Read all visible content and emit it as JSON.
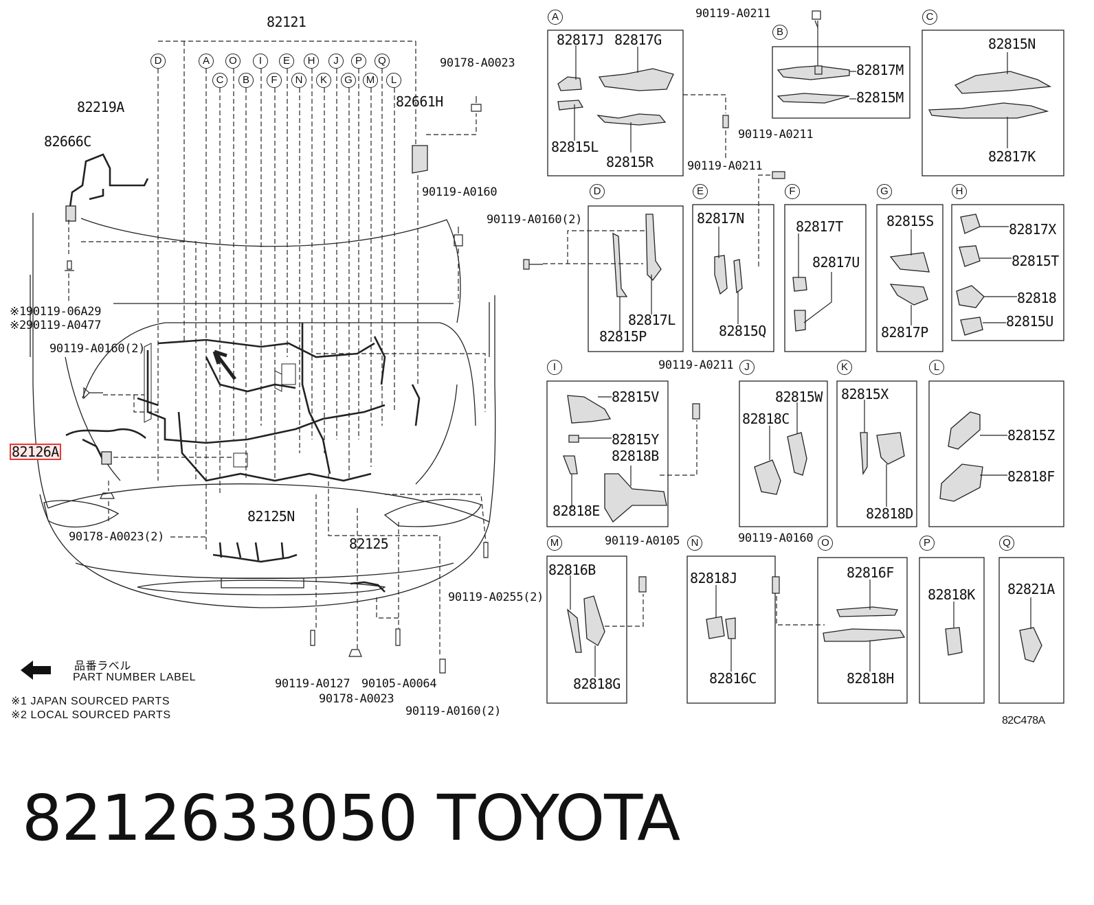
{
  "diagram_code": "82C478A",
  "main_view": {
    "top_label": "82121",
    "refs_row1": [
      "D",
      "A",
      "O",
      "I",
      "E",
      "H",
      "J",
      "P",
      "Q"
    ],
    "refs_row2": [
      "C",
      "B",
      "F",
      "N",
      "K",
      "G",
      "M",
      "L"
    ],
    "parts": {
      "p82219A": "82219A",
      "p82666C": "82666C",
      "p82661H": "82661H",
      "p90178_A0023_top": "90178-A0023",
      "p90119_A0160_right": "90119-A0160",
      "p_note1": "※190119-06A29",
      "p_note2": "※290119-A0477",
      "p90119_A0160_2_left": "90119-A0160(2)",
      "p82126A": "82126A",
      "p82125N": "82125N",
      "p90178_A0023_2": "90178-A0023(2)",
      "p82125": "82125",
      "p90119_A0255_2": "90119-A0255(2)",
      "p90119_A0127": "90119-A0127",
      "p90105_A0064": "90105-A0064",
      "p90178_A0023_bottom": "90178-A0023",
      "p90119_A0160_2_bottom": "90119-A0160(2)"
    }
  },
  "legend": {
    "label_jp": "品番ラベル",
    "label_en": "PART NUMBER LABEL",
    "note1": "※1 JAPAN SOURCED PARTS",
    "note2": "※2 LOCAL SOURCED PARTS"
  },
  "detail_boxes": {
    "A": {
      "ref": "A",
      "parts": [
        "82817J",
        "82817G",
        "82815L",
        "82815R"
      ]
    },
    "B": {
      "ref": "B",
      "parts": [
        "82817M",
        "82815M"
      ]
    },
    "C": {
      "ref": "C",
      "parts": [
        "82815N",
        "82817K"
      ]
    },
    "D": {
      "ref": "D",
      "parts": [
        "82817L",
        "82815P"
      ]
    },
    "E": {
      "ref": "E",
      "parts": [
        "82817N",
        "82815Q"
      ]
    },
    "F": {
      "ref": "F",
      "parts": [
        "82817T",
        "82817U"
      ]
    },
    "G": {
      "ref": "G",
      "parts": [
        "82815S",
        "82817P"
      ]
    },
    "H": {
      "ref": "H",
      "parts": [
        "82817X",
        "82815T",
        "82818",
        "82815U"
      ]
    },
    "I": {
      "ref": "I",
      "parts": [
        "82815V",
        "82815Y",
        "82818B",
        "82818E"
      ]
    },
    "J": {
      "ref": "J",
      "parts": [
        "82815W",
        "82818C"
      ]
    },
    "K": {
      "ref": "K",
      "parts": [
        "82815X",
        "82818D"
      ]
    },
    "L": {
      "ref": "L",
      "parts": [
        "82815Z",
        "82818F"
      ]
    },
    "M": {
      "ref": "M",
      "parts": [
        "82816B",
        "82818G"
      ]
    },
    "N": {
      "ref": "N",
      "parts": [
        "82818J",
        "82816C"
      ]
    },
    "O": {
      "ref": "O",
      "parts": [
        "82816F",
        "82818H"
      ]
    },
    "P": {
      "ref": "P",
      "parts": [
        "82818K"
      ]
    },
    "Q": {
      "ref": "Q",
      "parts": [
        "82821A"
      ]
    }
  },
  "detail_fasteners": {
    "f_top": "90119-A0211",
    "f_mid1": "90119-A0211",
    "f_mid2": "90119-A0211",
    "f_D": "90119-A0160(2)",
    "f_IJ": "90119-A0211",
    "f_MN": "90119-A0105",
    "f_NO": "90119-A0160"
  },
  "footer": {
    "part_number": "8212633050",
    "brand": "TOYOTA"
  }
}
